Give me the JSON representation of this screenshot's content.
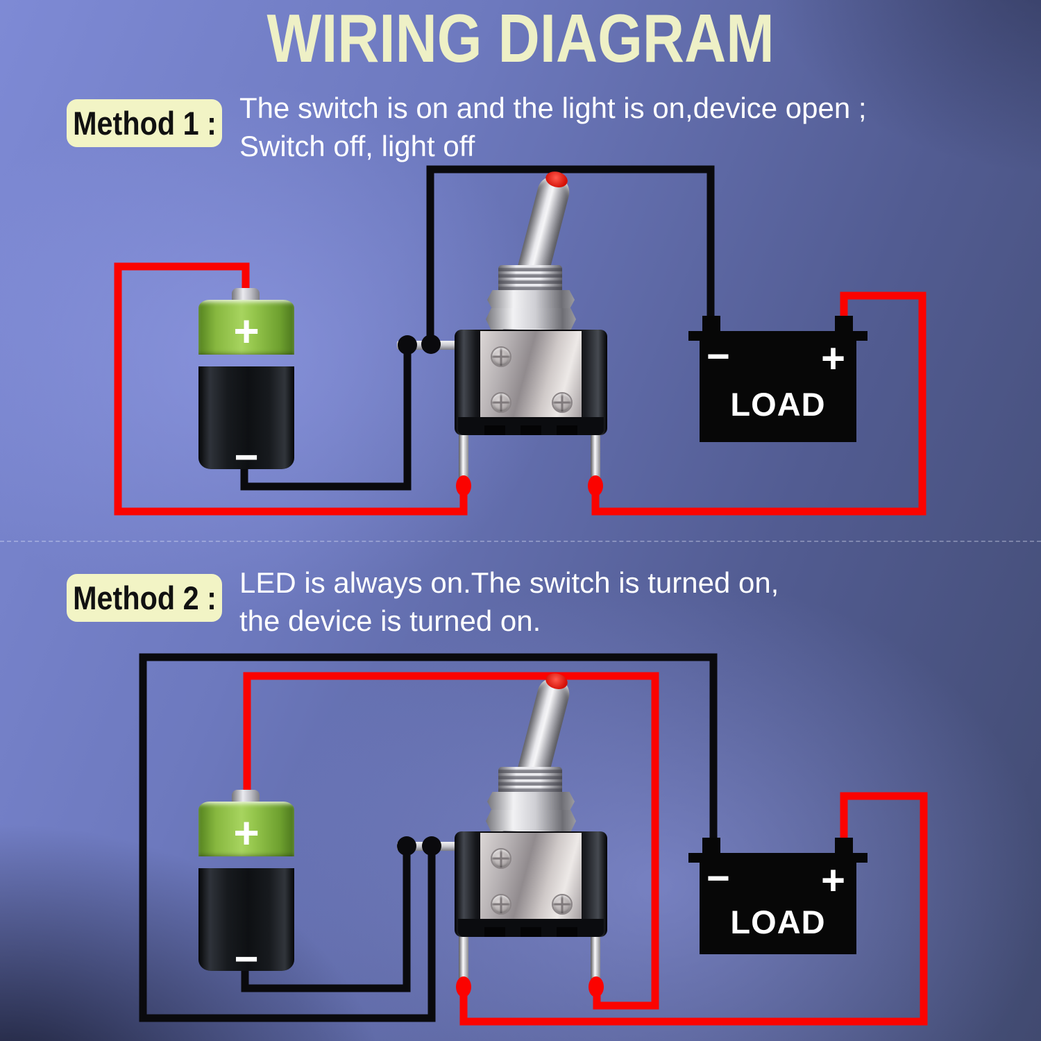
{
  "title": "WIRING DIAGRAM",
  "methods": [
    {
      "label": "Method 1 :",
      "desc_line1": "The switch is on and the light is on,device open ;",
      "desc_line2": "Switch off, light off"
    },
    {
      "label": "Method 2 :",
      "desc_line1": "LED is always on.The switch is turned on,",
      "desc_line2": "the device is turned on."
    }
  ],
  "battery": {
    "positive_symbol": "+",
    "negative_symbol": "−"
  },
  "load": {
    "name": "LOAD",
    "positive_symbol": "+",
    "negative_symbol": "−"
  },
  "colors": {
    "wire_red": "#fb0300",
    "wire_black": "#0a0a0d",
    "title_yellow": "#eef0c6",
    "label_background": "#f2f4c5",
    "label_text": "#111111",
    "description_text": "#ffffff",
    "battery_green": "#a7d45f",
    "load_body": "#070707"
  }
}
